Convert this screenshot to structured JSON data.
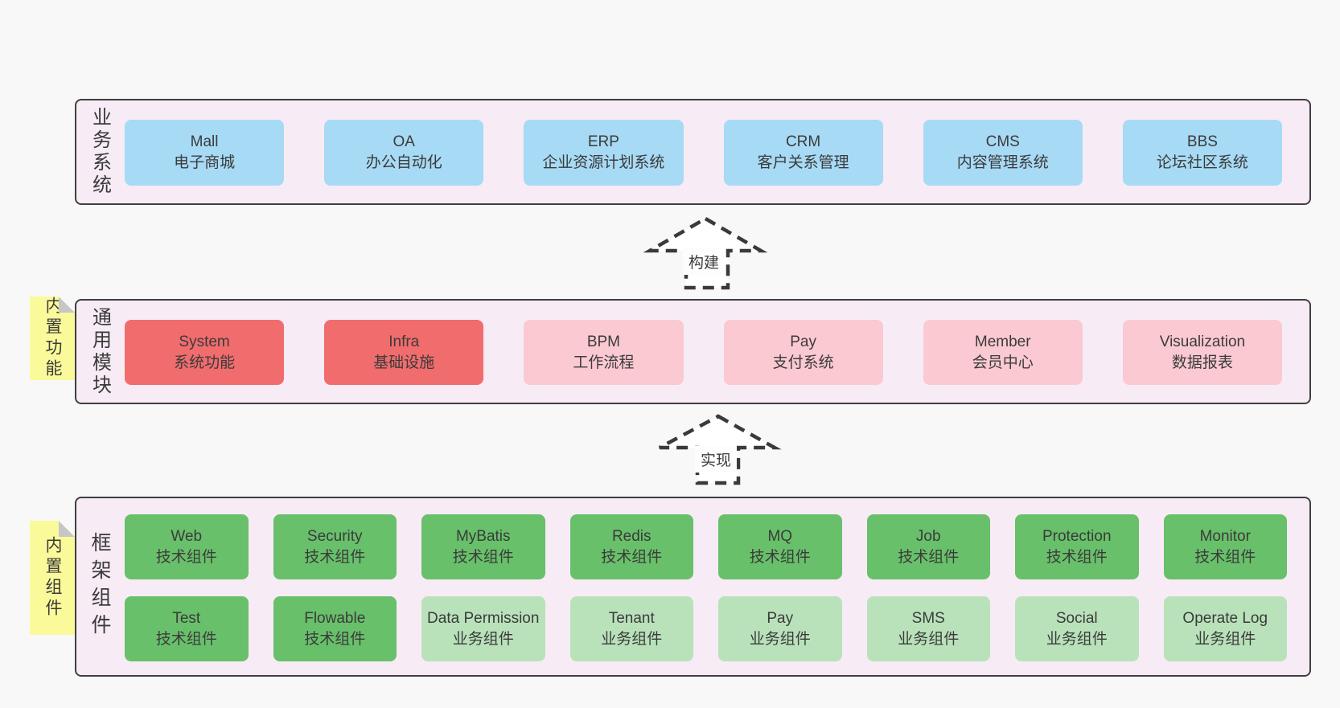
{
  "colors": {
    "page_background": "#f8f8f8",
    "layer_background": "#f7ebf5",
    "layer_border": "#3f3f3f",
    "business_box": "#a7daf5",
    "core_module_box": "#f16c6d",
    "optional_module_box": "#fbc9d2",
    "tech_component_box": "#68c06a",
    "biz_component_box": "#b9e2ba",
    "sticky_note": "#fafa9b",
    "sticky_fold": "#c6c6c6",
    "text": "#3b3b3b"
  },
  "arrows": {
    "build_label": "构建",
    "implement_label": "实现"
  },
  "layers": {
    "business": {
      "label": "业务系统",
      "boxes": [
        {
          "title": "Mall",
          "subtitle": "电子商城"
        },
        {
          "title": "OA",
          "subtitle": "办公自动化"
        },
        {
          "title": "ERP",
          "subtitle": "企业资源计划系统"
        },
        {
          "title": "CRM",
          "subtitle": "客户关系管理"
        },
        {
          "title": "CMS",
          "subtitle": "内容管理系统"
        },
        {
          "title": "BBS",
          "subtitle": "论坛社区系统"
        }
      ]
    },
    "modules": {
      "label": "通用模块",
      "sticky": "内置功能",
      "boxes": [
        {
          "title": "System",
          "subtitle": "系统功能"
        },
        {
          "title": "Infra",
          "subtitle": "基础设施"
        },
        {
          "title": "BPM",
          "subtitle": "工作流程"
        },
        {
          "title": "Pay",
          "subtitle": "支付系统"
        },
        {
          "title": "Member",
          "subtitle": "会员中心"
        },
        {
          "title": "Visualization",
          "subtitle": "数据报表"
        }
      ]
    },
    "components": {
      "label": "框架组件",
      "sticky": "内置组件",
      "rows": [
        [
          {
            "title": "Web",
            "subtitle": "技术组件"
          },
          {
            "title": "Security",
            "subtitle": "技术组件"
          },
          {
            "title": "MyBatis",
            "subtitle": "技术组件"
          },
          {
            "title": "Redis",
            "subtitle": "技术组件"
          },
          {
            "title": "MQ",
            "subtitle": "技术组件"
          },
          {
            "title": "Job",
            "subtitle": "技术组件"
          },
          {
            "title": "Protection",
            "subtitle": "技术组件"
          },
          {
            "title": "Monitor",
            "subtitle": "技术组件"
          }
        ],
        [
          {
            "title": "Test",
            "subtitle": "技术组件"
          },
          {
            "title": "Flowable",
            "subtitle": "技术组件"
          },
          {
            "title": "Data Permission",
            "subtitle": "业务组件"
          },
          {
            "title": "Tenant",
            "subtitle": "业务组件"
          },
          {
            "title": "Pay",
            "subtitle": "业务组件"
          },
          {
            "title": "SMS",
            "subtitle": "业务组件"
          },
          {
            "title": "Social",
            "subtitle": "业务组件"
          },
          {
            "title": "Operate Log",
            "subtitle": "业务组件"
          }
        ]
      ]
    }
  }
}
